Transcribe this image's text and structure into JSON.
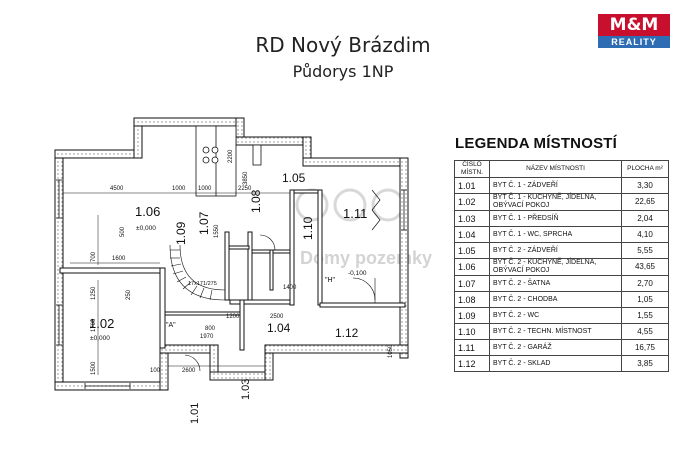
{
  "header": {
    "title": "RD Nový Brázdim",
    "subtitle": "Půdorys 1NP"
  },
  "logo": {
    "top": "M&M",
    "bottom": "REALITY"
  },
  "watermark": "Domy pozemky",
  "legend": {
    "title": "LEGENDA MÍSTNOSTÍ",
    "col_no": "ČÍSLO MÍSTN.",
    "col_name": "NÁZEV MÍSTNOSTI",
    "col_area": "PLOCHA m²",
    "rows": [
      {
        "no": "1.01",
        "name": "BYT Č. 1 - ZÁDVEŘÍ",
        "area": "3,30"
      },
      {
        "no": "1.02",
        "name": "BYT Č. 1 - KUCHYNĚ, JÍDELNA, OBÝVACÍ POKOJ",
        "area": "22,65"
      },
      {
        "no": "1.03",
        "name": "BYT Č. 1 - PŘEDSÍŇ",
        "area": "2,04"
      },
      {
        "no": "1.04",
        "name": "BYT Č. 1 - WC, SPRCHA",
        "area": "4,10"
      },
      {
        "no": "1.05",
        "name": "BYT Č. 2 - ZÁDVEŘÍ",
        "area": "5,55"
      },
      {
        "no": "1.06",
        "name": "BYT Č. 2 - KUCHYNĚ, JÍDELNA, OBÝVACÍ POKOJ",
        "area": "43,65"
      },
      {
        "no": "1.07",
        "name": "BYT Č. 2 - ŠATNA",
        "area": "2,70"
      },
      {
        "no": "1.08",
        "name": "BYT Č. 2 - CHODBA",
        "area": "1,05"
      },
      {
        "no": "1.09",
        "name": "BYT Č. 2 - WC",
        "area": "1,55"
      },
      {
        "no": "1.10",
        "name": "BYT Č. 2 - TECHN. MÍSTNOST",
        "area": "4,55"
      },
      {
        "no": "1.11",
        "name": "BYT Č. 2 - GARÁŽ",
        "area": "16,75"
      },
      {
        "no": "1.12",
        "name": "BYT Č. 2 - SKLAD",
        "area": "3,85"
      }
    ]
  },
  "plan": {
    "rooms": {
      "r106": "1.06",
      "r102": "1.02",
      "r109": "1.09",
      "r107": "1.07",
      "r108": "1.08",
      "r105": "1.05",
      "r111": "1.11",
      "r110": "1.10",
      "r104": "1.04",
      "r112": "1.12",
      "r103": "1.03",
      "r101": "1.01"
    },
    "levels": {
      "l106": "±0,000",
      "l102": "±0,000",
      "l111": "-0,100"
    },
    "marks": {
      "a": "\"A\"",
      "h": "\"H\""
    },
    "dims": {
      "d4500": "4500",
      "d1000a": "1000",
      "d1000b": "1000",
      "d2250": "2250",
      "d1600": "1600",
      "d1700": "1700",
      "d1250": "1250",
      "d1500": "1500",
      "d700": "700",
      "d500": "500",
      "d250": "250",
      "d1200": "1200",
      "d2500": "2500",
      "d2600": "2600",
      "d100": "100",
      "d800": "800",
      "d1970": "1970",
      "d1400": "1400",
      "d1050": "1050",
      "d1550": "1550",
      "d2200": "2200",
      "d3850": "3850",
      "stair": "17x171/275"
    }
  }
}
